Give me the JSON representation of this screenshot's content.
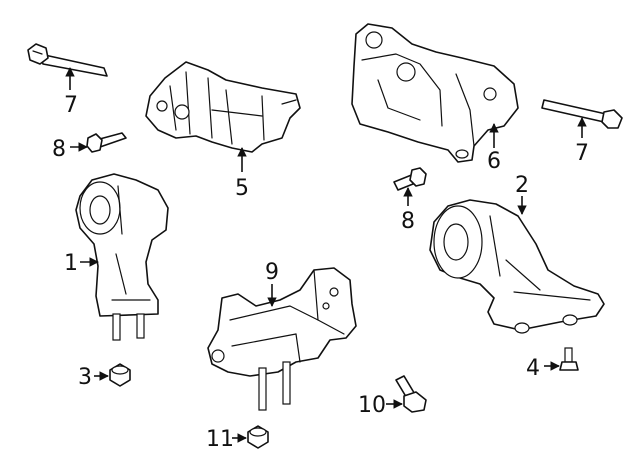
{
  "callouts": {
    "c1": "1",
    "c2": "2",
    "c3": "3",
    "c4": "4",
    "c5": "5",
    "c6": "6",
    "c7a": "7",
    "c7b": "7",
    "c8a": "8",
    "c8b": "8",
    "c9": "9",
    "c10": "10",
    "c11": "11"
  },
  "colors": {
    "line": "#111111",
    "background": "#ffffff"
  }
}
